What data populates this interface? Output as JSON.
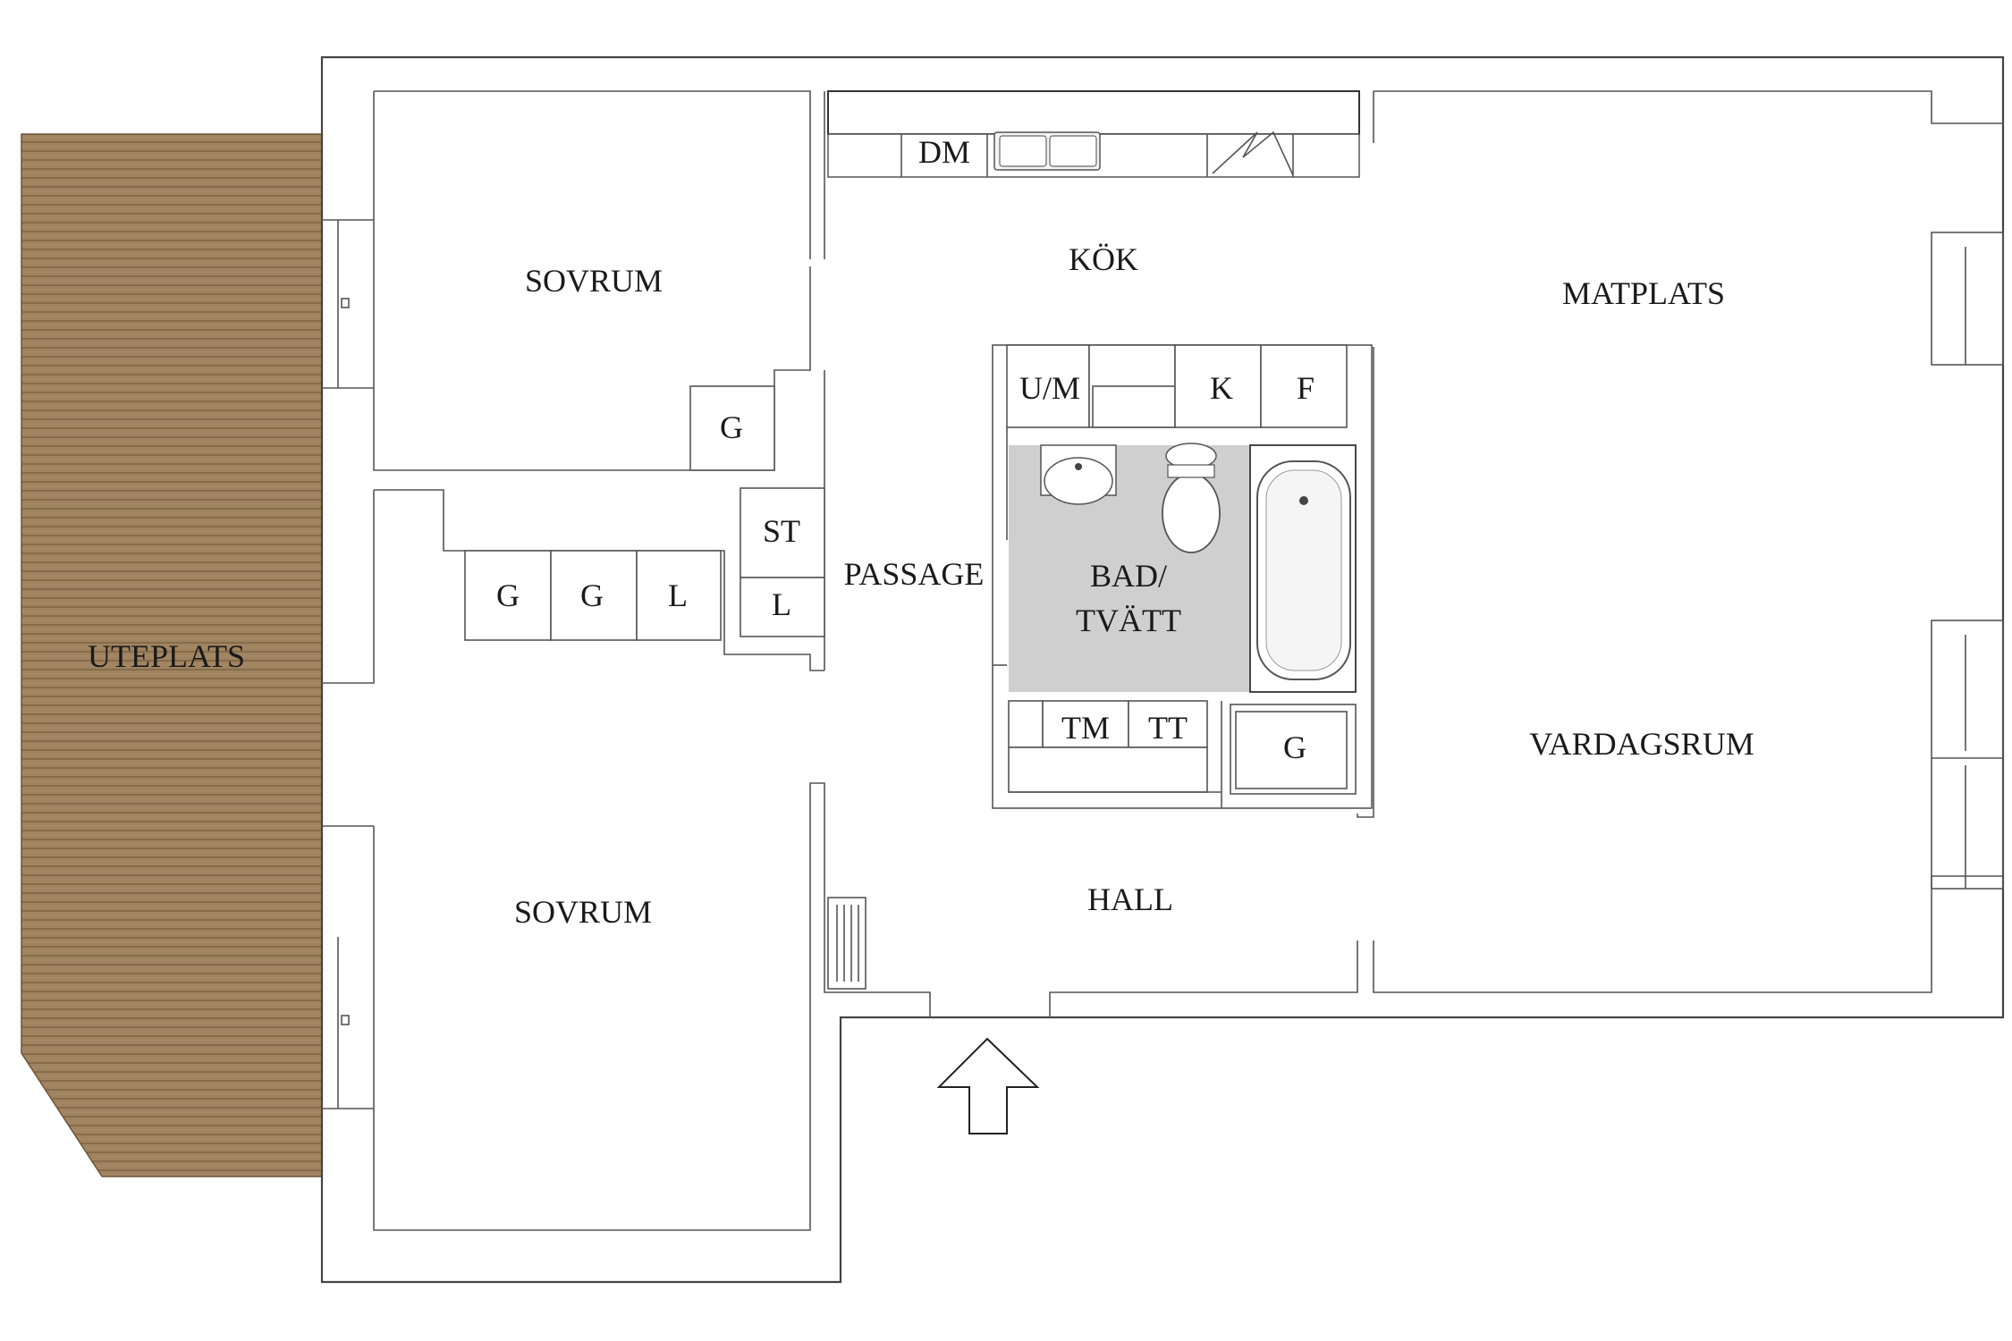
{
  "rooms": {
    "uteplats": "UTEPLATS",
    "sovrum_top": "SOVRUM",
    "sovrum_bottom": "SOVRUM",
    "kok": "KÖK",
    "matplats": "MATPLATS",
    "passage": "PASSAGE",
    "bad_line1": "BAD/",
    "bad_line2": "TVÄTT",
    "vardagsrum": "VARDAGSRUM",
    "hall": "HALL"
  },
  "fixtures": {
    "dm": "DM",
    "um": "U/M",
    "k": "K",
    "f": "F",
    "g_sovrum": "G",
    "g1": "G",
    "g2": "G",
    "l1": "L",
    "st": "ST",
    "l2": "L",
    "tm": "TM",
    "tt": "TT",
    "g_hall": "G"
  },
  "colors": {
    "deck": "#9c7f5c",
    "bathroom": "#cfcfcf",
    "walls": "#444444"
  }
}
